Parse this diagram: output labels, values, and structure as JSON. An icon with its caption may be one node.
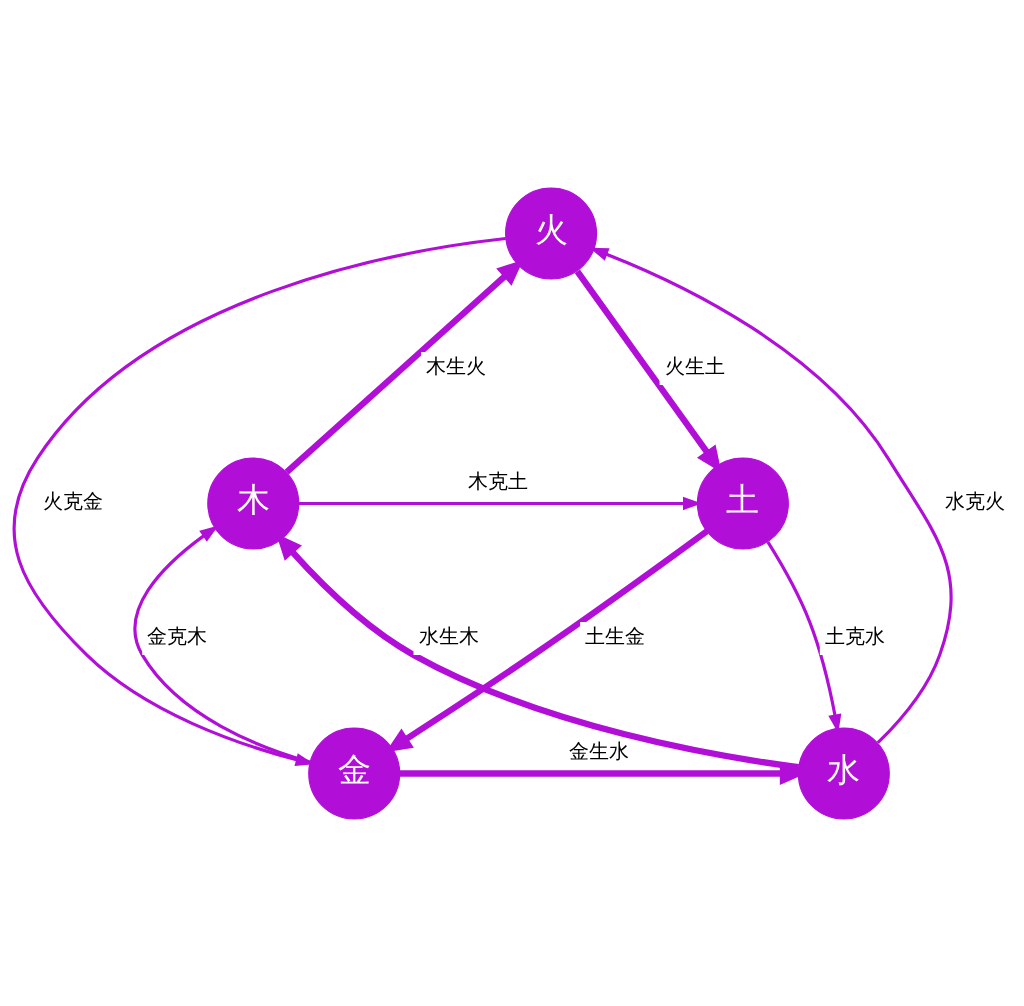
{
  "diagram": {
    "nodes": [
      {
        "text": [
          "火"
        ]
      },
      {
        "text": [
          "土"
        ]
      },
      {
        "text": [
          "金"
        ]
      },
      {
        "text": [
          "水"
        ]
      },
      {
        "text": [
          "木"
        ]
      }
    ],
    "edges": [
      {
        "from": 0,
        "to": 1,
        "arrow": "to",
        "label": "火生土",
        "style": "thick"
      },
      {
        "from": 1,
        "to": 2,
        "arrow": "to",
        "label": "土生金",
        "style": "thick"
      },
      {
        "from": 2,
        "to": 3,
        "arrow": "to",
        "label": "金生水",
        "style": "thick"
      },
      {
        "from": 3,
        "to": 4,
        "arrow": "to",
        "label": "水生木",
        "style": "thick"
      },
      {
        "from": 4,
        "to": 0,
        "arrow": "to",
        "label": "木生火",
        "style": "thick"
      },
      {
        "from": 4,
        "to": 1,
        "arrow": "to",
        "label": "木克土"
      },
      {
        "from": 1,
        "to": 3,
        "arrow": "to",
        "label": "土克水"
      },
      {
        "from": 3,
        "to": 0,
        "arrow": "to",
        "label": "水克火"
      },
      {
        "from": 0,
        "to": 2,
        "arrow": "to",
        "label": "火克金"
      },
      {
        "from": 2,
        "to": 4,
        "arrow": "to",
        "label": "金克木"
      }
    ]
  }
}
